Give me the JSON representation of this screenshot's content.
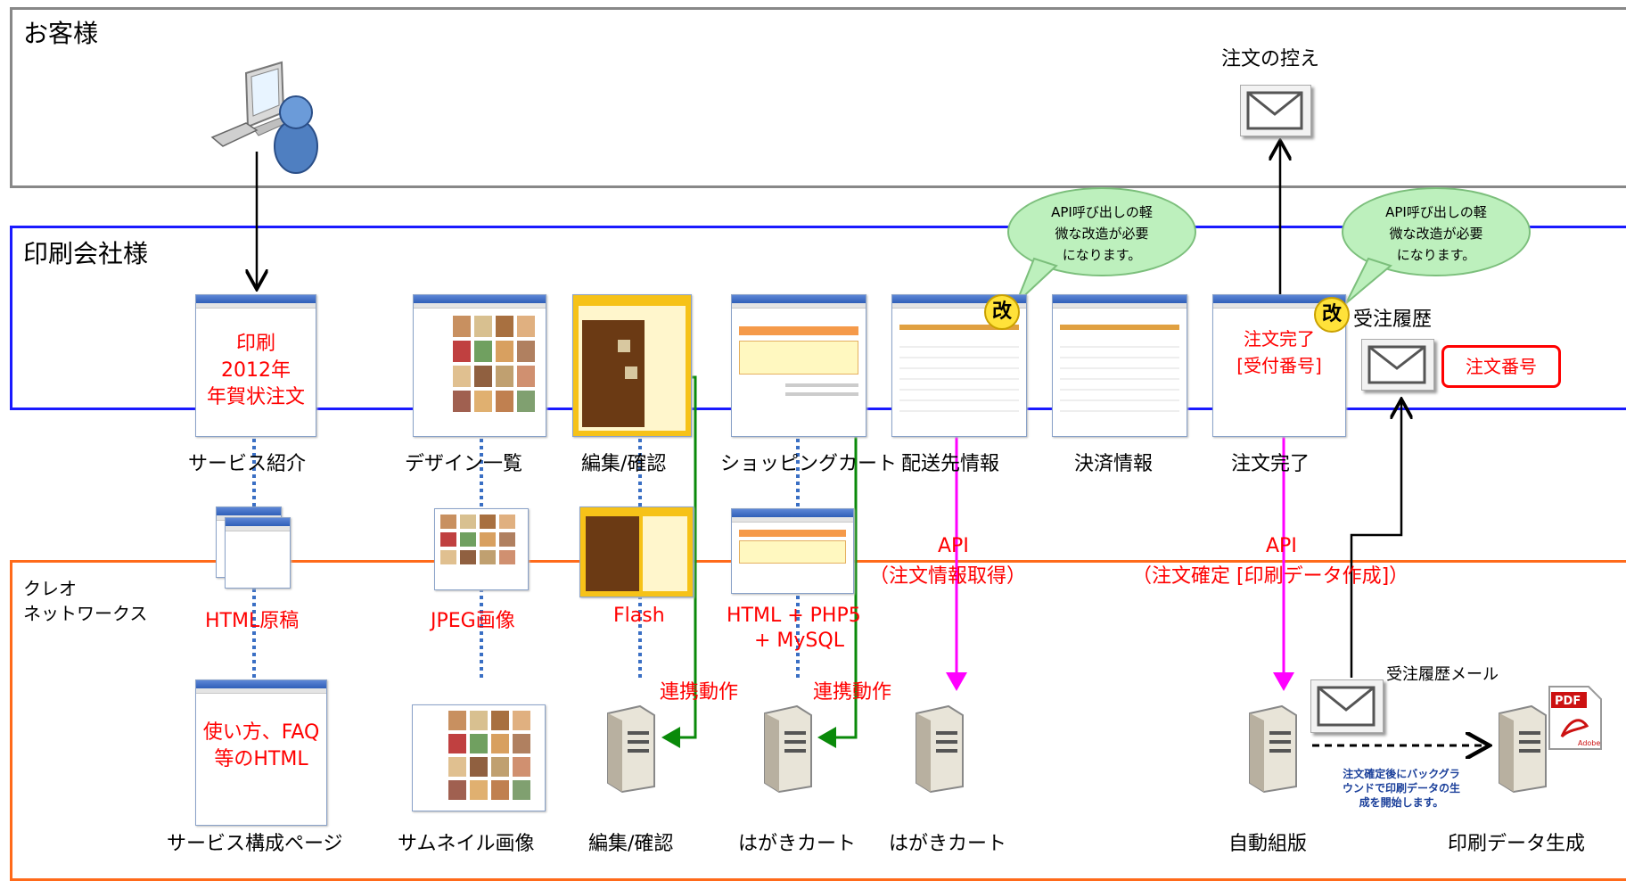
{
  "lanes": {
    "customer": "お客様",
    "printing_company": "印刷会社様",
    "creo_line1": "クレオ",
    "creo_line2": "ネットワークス"
  },
  "customer": {
    "order_copy": "注文の控え"
  },
  "bubbles": [
    {
      "line1": "API呼び出しの軽",
      "line2": "微な改造が必要",
      "line3": "になります。"
    },
    {
      "line1": "API呼び出しの軽",
      "line2": "微な改造が必要",
      "line3": "になります。"
    }
  ],
  "badges": {
    "kai": "改"
  },
  "printing_pages": {
    "service_intro_text": [
      "印刷",
      "2012年",
      "年賀状注文"
    ],
    "service_intro": "サービス紹介",
    "design_list": "デザイン一覧",
    "edit_confirm": "編集/確認",
    "shopping_cart": "ショッピングカート",
    "delivery_info": "配送先情報",
    "payment_info": "決済情報",
    "order_complete": "注文完了",
    "order_complete_text": [
      "注文完了",
      "[受付番号]"
    ],
    "order_history": "受注履歴",
    "order_number": "注文番号"
  },
  "middle": {
    "html_source": "HTML原稿",
    "jpeg_image": "JPEG画像",
    "flash": "Flash",
    "html_php_line1": "HTML + PHP5",
    "html_php_line2": "+ MySQL",
    "api1_title": "API",
    "api1_desc": "（注文情報取得）",
    "api2_title": "API",
    "api2_desc": "（注文確定 [印刷データ作成]）",
    "link1": "連携動作",
    "link2": "連携動作"
  },
  "creo": {
    "service_pages_text": [
      "使い方、FAQ",
      "等のHTML"
    ],
    "service_pages": "サービス構成ページ",
    "thumbnails": "サムネイル画像",
    "edit_confirm": "編集/確認",
    "postcard_cart1": "はがきカート",
    "postcard_cart2": "はがきカート",
    "auto_typeset": "自動組版",
    "history_mail": "受注履歴メール",
    "background_note": [
      "注文確定後にバックグラ",
      "ウンドで印刷データの生",
      "成を開始します。"
    ],
    "print_data_gen": "印刷データ生成",
    "pdf_label": "PDF",
    "adobe_label": "Adobe"
  },
  "colors": {
    "customer_border": "#888888",
    "printing_border": "#1a1aff",
    "creo_border": "#ff6a1a",
    "dotted": "#3a6fc4",
    "green": "#0a8a0a",
    "magenta": "#ff00ff"
  }
}
